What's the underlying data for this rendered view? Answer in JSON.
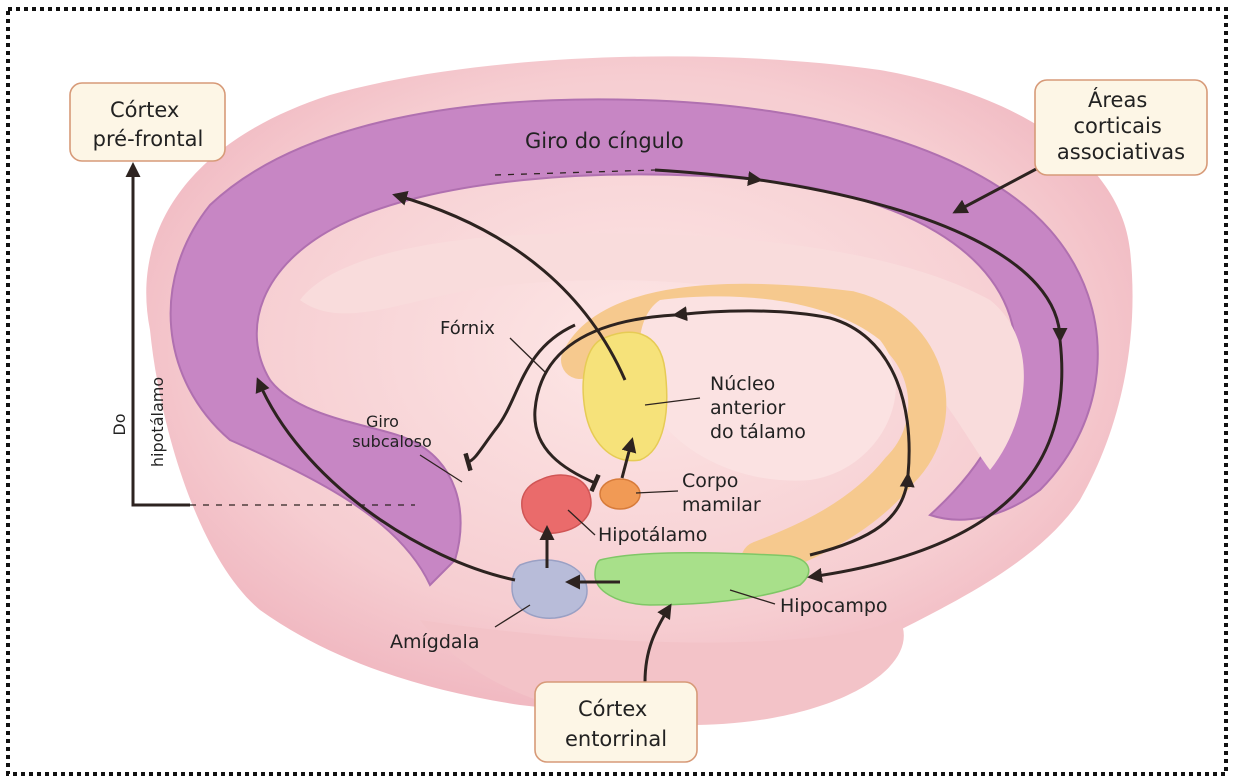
{
  "labels": {
    "cortex_prefrontal": [
      "Córtex",
      "pré-frontal"
    ],
    "areas_corticais": [
      "Áreas",
      "corticais",
      "associativas"
    ],
    "giro_cingulo": "Giro do cíngulo",
    "fornix": "Fórnix",
    "nucleo_anterior": [
      "Núcleo",
      "anterior",
      "do tálamo"
    ],
    "giro_subcaloso": [
      "Giro",
      "subcaloso"
    ],
    "do_hipotalamo": [
      "Do",
      "hipotálamo"
    ],
    "corpo_mamilar": [
      "Corpo",
      "mamilar"
    ],
    "hipotalamo": "Hipotálamo",
    "hipocampo": "Hipocampo",
    "amigdala": "Amígdala",
    "cortex_entorrinal": [
      "Córtex",
      "entorrinal"
    ]
  },
  "colors": {
    "brain_base": "#f5c6cc",
    "cingulate": "#c786c4",
    "fornix": "#f6c98e",
    "thalamus": "#f6e27a",
    "hippocampus": "#a8e08a",
    "amygdala": "#b8bcd9",
    "hypothalamus": "#ea6b6b",
    "mammillary": "#f19a55"
  }
}
